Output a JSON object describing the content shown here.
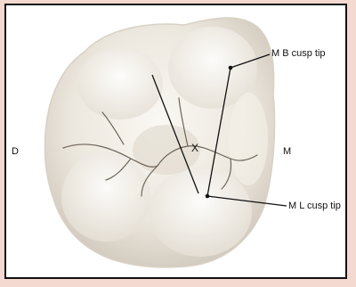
{
  "figure": {
    "side_left": "D",
    "side_right": "M",
    "center_mark": "X",
    "labels": {
      "mb_cusp_tip": "M B cusp tip",
      "ml_cusp_tip": "M L cusp tip"
    }
  },
  "colors": {
    "page_background": "#f3d9cf",
    "frame_border": "#111111",
    "tooth_base": "#eae5dc",
    "tooth_highlight": "#faf8f3",
    "tooth_shadow": "#cfc7ba",
    "groove": "#6d6457",
    "leader_line": "#111111"
  }
}
